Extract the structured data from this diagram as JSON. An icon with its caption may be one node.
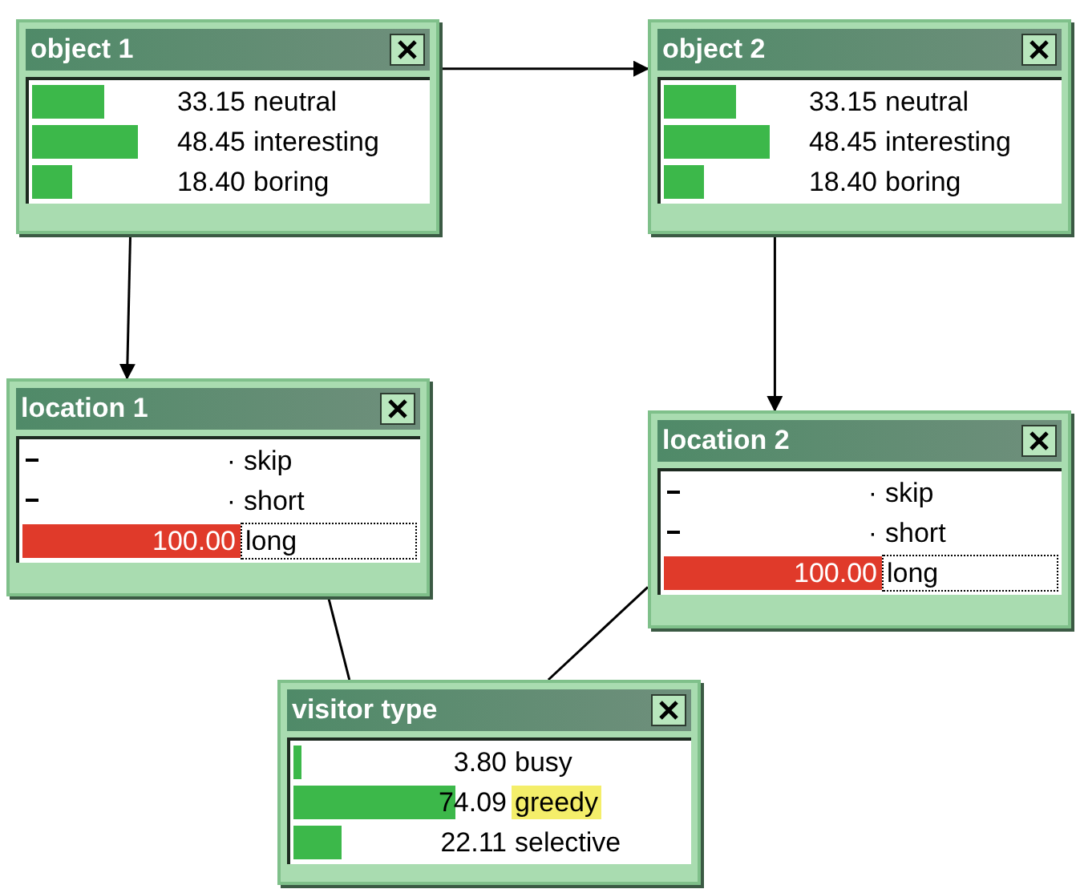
{
  "diagram": {
    "nodes": [
      {
        "text": [
          "object 1",
          "33.15",
          "neutral",
          "48.45",
          "interesting",
          "18.40",
          "boring"
        ]
      },
      {
        "text": [
          "object 2",
          "33.15",
          "neutral",
          "48.45",
          "interesting",
          "18.40",
          "boring"
        ]
      },
      {
        "text": [
          "location 1",
          "·",
          "skip",
          "·",
          "short",
          "100.00",
          "long"
        ]
      },
      {
        "text": [
          "location 2",
          "·",
          "skip",
          "·",
          "short",
          "100.00",
          "long"
        ]
      },
      {
        "text": [
          "visitor type",
          "3.80",
          "busy",
          "74.09",
          "greedy",
          "22.11",
          "selective"
        ]
      }
    ],
    "edges": [
      {
        "from": 0,
        "to": 1,
        "arrow": "to"
      },
      {
        "from": 0,
        "to": 2,
        "arrow": "to"
      },
      {
        "from": 1,
        "to": 3,
        "arrow": "to"
      },
      {
        "from": 2,
        "to": 4,
        "arrow": "none"
      },
      {
        "from": 3,
        "to": 4,
        "arrow": "none"
      }
    ]
  }
}
